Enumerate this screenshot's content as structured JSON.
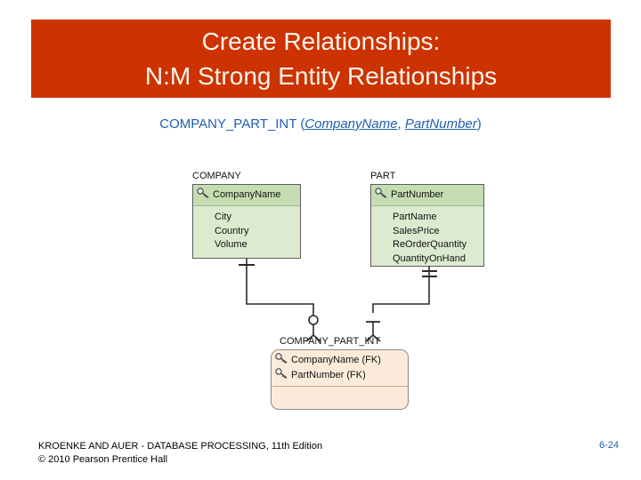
{
  "slide": {
    "title_lines": [
      "Create Relationships:",
      "N:M Strong Entity Relationships"
    ],
    "banner_color": "#CC3300",
    "title_color": "#FDF5EC"
  },
  "relation": {
    "table_name": "COMPANY_PART_INT (",
    "key1": "CompanyName",
    "separator": ", ",
    "key2": "PartNumber",
    "close": ")",
    "text_color": "#1F5FAF"
  },
  "diagram": {
    "type": "crows-foot-ER",
    "entities": [
      {
        "name": "COMPANY",
        "label": "COMPANY",
        "kind": "strong",
        "keys": [
          {
            "icon": "key-icon",
            "label": "CompanyName"
          }
        ],
        "attributes": [
          "City",
          "Country",
          "Volume"
        ],
        "fill": "#DCEBD0",
        "key_fill": "#C6DDB3"
      },
      {
        "name": "PART",
        "label": "PART",
        "kind": "strong",
        "keys": [
          {
            "icon": "key-icon",
            "label": "PartNumber"
          }
        ],
        "attributes": [
          "PartName",
          "SalesPrice",
          "ReOrderQuantity",
          "QuantityOnHand"
        ],
        "fill": "#DCEBD0",
        "key_fill": "#C6DDB3"
      },
      {
        "name": "COMPANY_PART_INT",
        "label": "COMPANY_PART_INT",
        "kind": "associative",
        "keys": [
          {
            "icon": "key-icon",
            "label": "CompanyName (FK)"
          },
          {
            "icon": "key-icon",
            "label": "PartNumber (FK)"
          }
        ],
        "attributes": [],
        "fill": "#FCEBDA",
        "key_fill": "#FCEBDA"
      }
    ],
    "relationships": [
      {
        "name": "company-to-int",
        "from": "COMPANY",
        "to": "COMPANY_PART_INT",
        "parent_cardinality": "one-mandatory",
        "child_cardinality": "zero-or-many"
      },
      {
        "name": "part-to-int",
        "from": "PART",
        "to": "COMPANY_PART_INT",
        "parent_cardinality": "exactly-one",
        "child_cardinality": "one-or-many"
      }
    ]
  },
  "footer": {
    "line1": "KROENKE AND AUER - DATABASE PROCESSING, 11th Edition",
    "line2": "© 2010 Pearson Prentice Hall",
    "page_number": "6-24"
  }
}
